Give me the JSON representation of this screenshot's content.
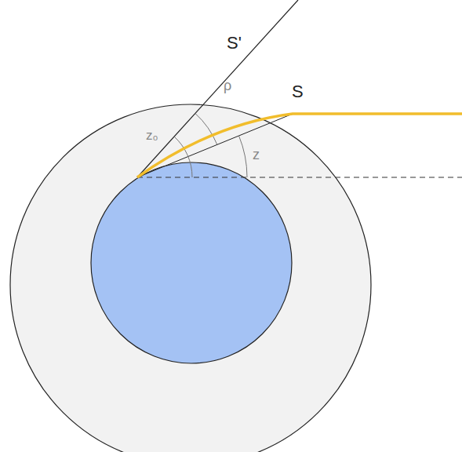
{
  "diagram": {
    "labels": [
      "S'",
      "S",
      "ρ",
      "z₀",
      "z"
    ]
  }
}
